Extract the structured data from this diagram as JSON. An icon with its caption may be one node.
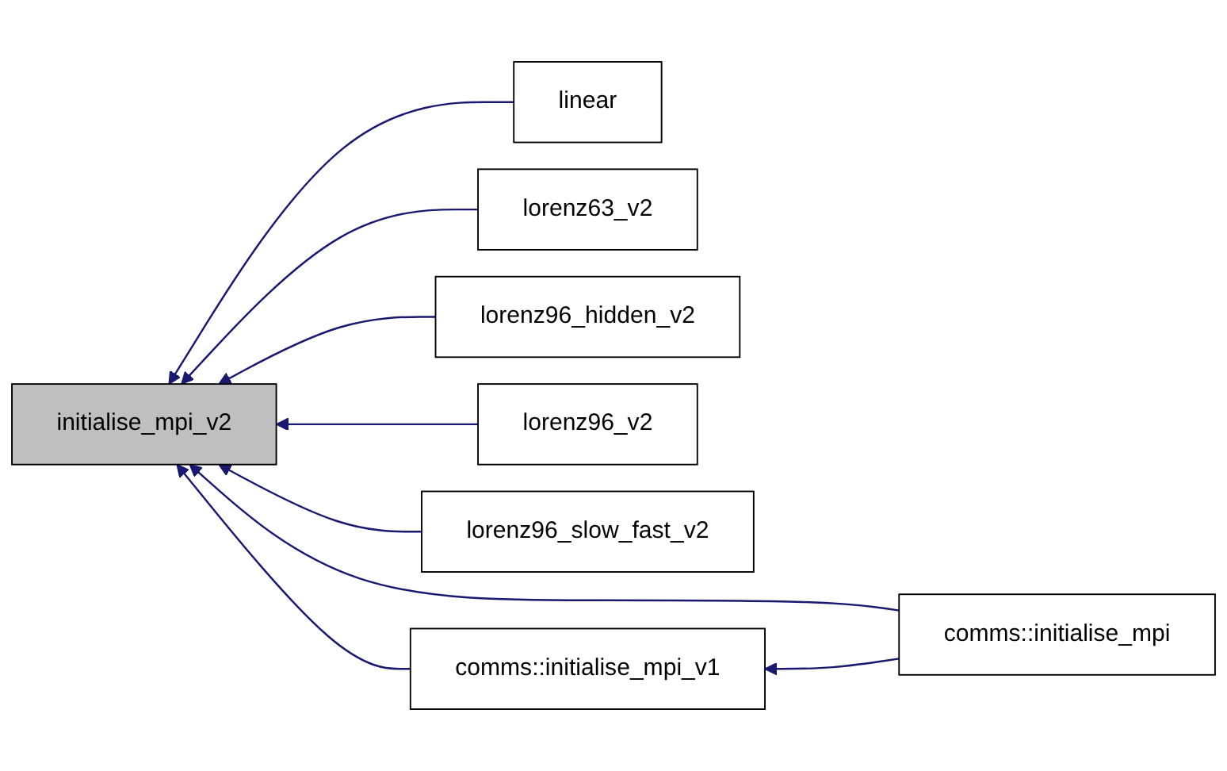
{
  "diagram": {
    "nodes": [
      {
        "text": [
          "initialise_mpi_v2"
        ]
      },
      {
        "text": [
          "linear"
        ]
      },
      {
        "text": [
          "lorenz63_v2"
        ]
      },
      {
        "text": [
          "lorenz96_hidden_v2"
        ]
      },
      {
        "text": [
          "lorenz96_v2"
        ]
      },
      {
        "text": [
          "lorenz96_slow_fast_v2"
        ]
      },
      {
        "text": [
          "comms::initialise_mpi_v1"
        ]
      },
      {
        "text": [
          "comms::initialise_mpi"
        ]
      }
    ],
    "edges": [
      {
        "from": 1,
        "to": 0,
        "arrow": "to"
      },
      {
        "from": 2,
        "to": 0,
        "arrow": "to"
      },
      {
        "from": 3,
        "to": 0,
        "arrow": "to"
      },
      {
        "from": 4,
        "to": 0,
        "arrow": "to"
      },
      {
        "from": 5,
        "to": 0,
        "arrow": "to"
      },
      {
        "from": 7,
        "to": 0,
        "arrow": "to"
      },
      {
        "from": 6,
        "to": 0,
        "arrow": "to"
      },
      {
        "from": 7,
        "to": 6,
        "arrow": "to"
      }
    ]
  }
}
